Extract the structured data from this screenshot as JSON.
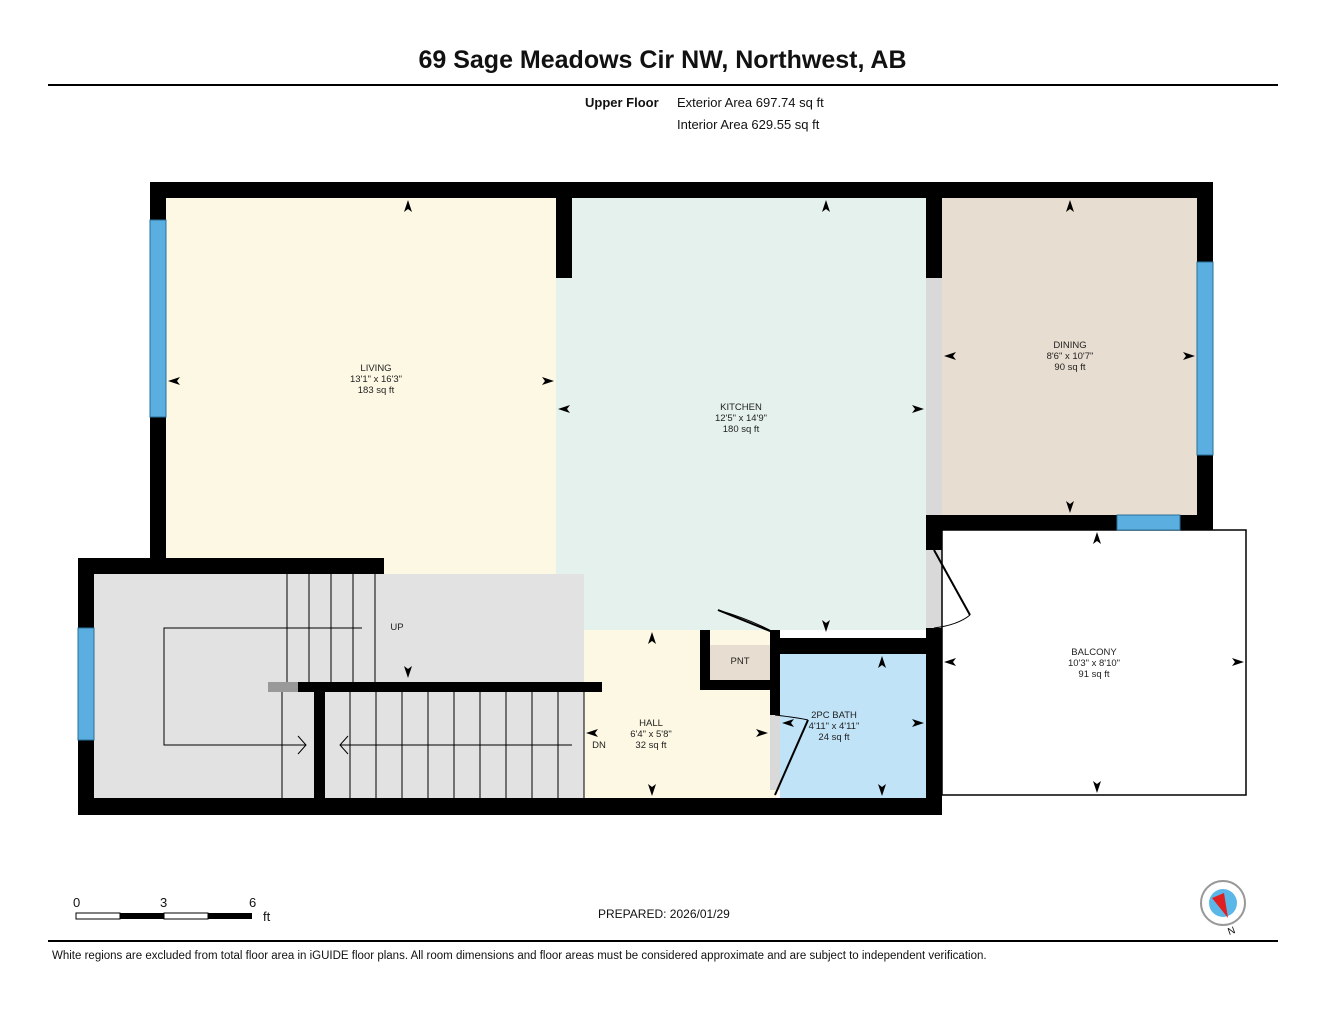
{
  "title": "69 Sage Meadows Cir NW, Northwest, AB",
  "floor": {
    "name": "Upper Floor",
    "exterior_area": "Exterior Area 697.74 sq ft",
    "interior_area": "Interior Area 629.55 sq ft"
  },
  "rooms": {
    "living": {
      "name": "LIVING",
      "dims": "13'1\" x 16'3\"",
      "area": "183 sq ft"
    },
    "kitchen": {
      "name": "KITCHEN",
      "dims": "12'5\" x 14'9\"",
      "area": "180 sq ft"
    },
    "dining": {
      "name": "DINING",
      "dims": "8'6\" x 10'7\"",
      "area": "90 sq ft"
    },
    "balcony": {
      "name": "BALCONY",
      "dims": "10'3\" x 8'10\"",
      "area": "91 sq ft"
    },
    "hall": {
      "name": "HALL",
      "dims": "6'4\" x 5'8\"",
      "area": "32 sq ft"
    },
    "bath": {
      "name": "2PC BATH",
      "dims": "4'11\" x 4'11\"",
      "area": "24 sq ft"
    },
    "pantry": {
      "name": "PNT"
    }
  },
  "stairs": {
    "up": "UP",
    "down": "DN"
  },
  "scale": {
    "ticks": [
      "0",
      "3",
      "6"
    ],
    "unit": "ft"
  },
  "prepared": "PREPARED: 2026/01/29",
  "compass": {
    "label": "N"
  },
  "disclaimer": "White regions are excluded from total floor area in iGUIDE floor plans. All room dimensions and floor areas must be considered approximate and are subject to independent verification.",
  "colors": {
    "living": "#fdf8e4",
    "kitchen": "#e5f1ec",
    "dining": "#e7ddd0",
    "bath": "#c0e3f7",
    "stairs": "#e2e2e2",
    "window": "#5aaee0",
    "wall": "#000000"
  }
}
